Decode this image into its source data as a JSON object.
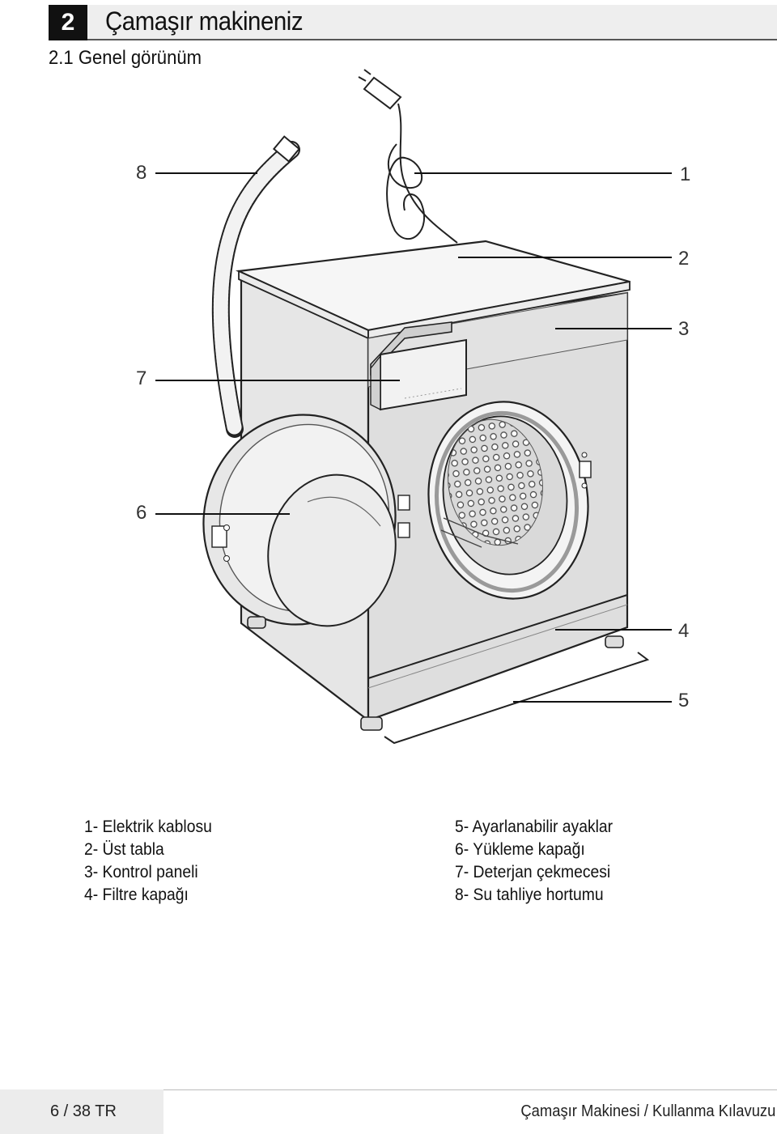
{
  "header": {
    "section_number": "2",
    "section_title": "Çamaşır makineniz"
  },
  "subsection": {
    "title": "2.1 Genel görünüm"
  },
  "callouts": [
    "1",
    "2",
    "3",
    "4",
    "5",
    "6",
    "7",
    "8"
  ],
  "legend": {
    "left": [
      "1- Elektrik kablosu",
      "2- Üst tabla",
      "3- Kontrol paneli",
      "4- Filtre kapağı"
    ],
    "right": [
      "5- Ayarlanabilir ayaklar",
      "6- Yükleme kapağı",
      "7- Deterjan çekmecesi",
      "8- Su tahliye hortumu"
    ]
  },
  "footer": {
    "page": "6 / 38  TR",
    "title": "Çamaşır Makinesi / Kullanma Kılavuzu"
  }
}
